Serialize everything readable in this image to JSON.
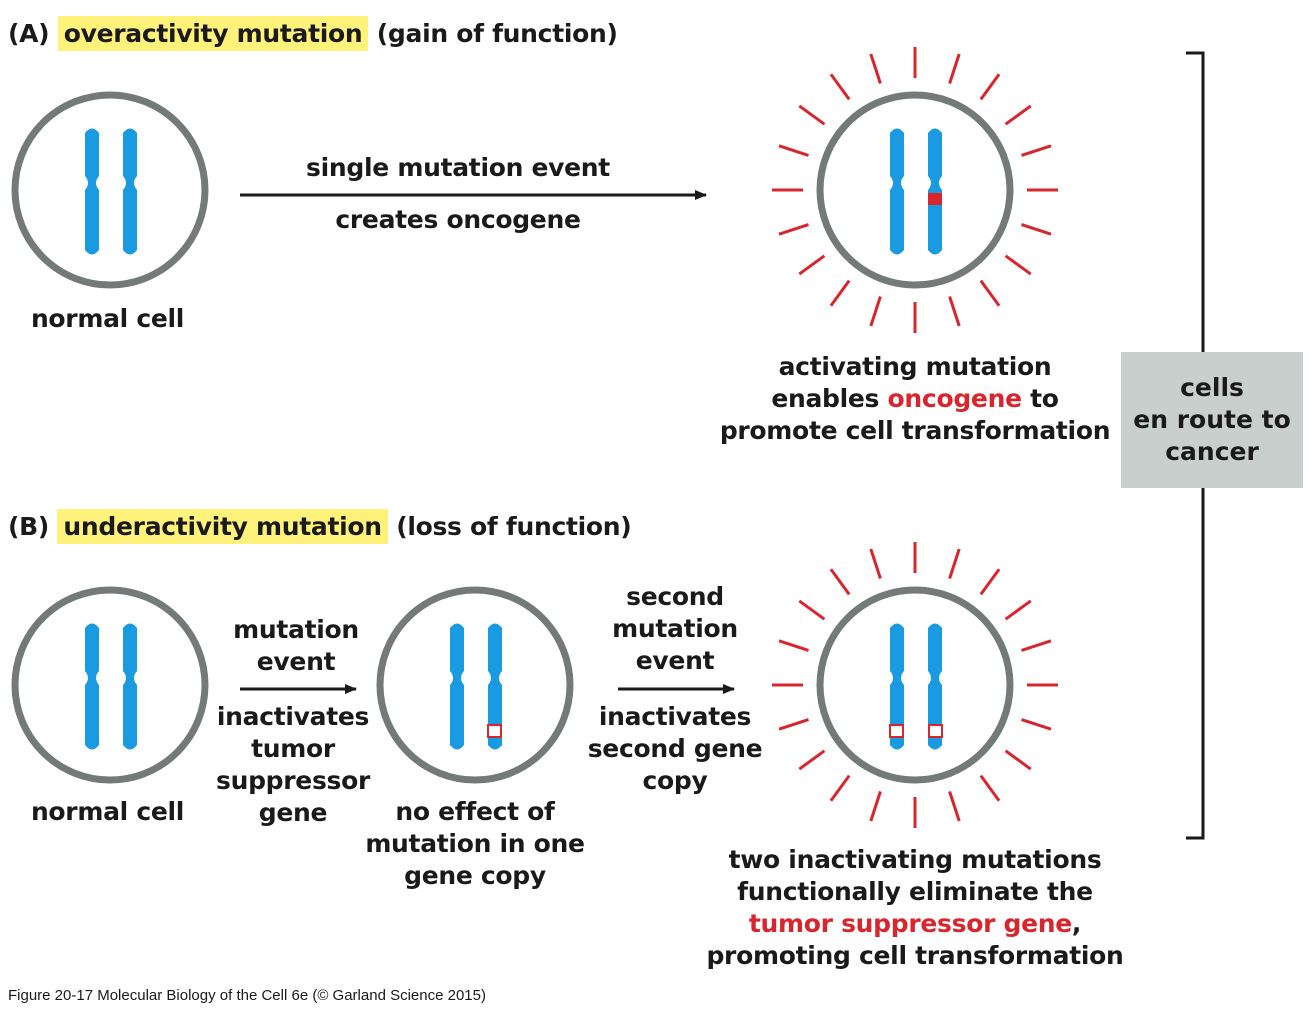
{
  "panel_a": {
    "letter": "(A)",
    "highlight": "overactivity mutation",
    "suffix": "(gain of function)",
    "normal_cell_label": "normal cell",
    "arrow_top": "single mutation event",
    "arrow_bottom": "creates oncogene",
    "result_line1": "activating mutation",
    "result_line2_pre": "enables",
    "result_line2_red": "oncogene",
    "result_line2_post": "to",
    "result_line3": "promote cell transformation"
  },
  "panel_b": {
    "letter": "(B)",
    "highlight": "underactivity mutation",
    "suffix": "(loss of function)",
    "normal_cell_label": "normal cell",
    "arrow1_top": [
      "mutation",
      "event"
    ],
    "arrow1_bottom": [
      "inactivates",
      "tumor",
      "suppressor",
      "gene"
    ],
    "middle_cell_label": [
      "no effect of",
      "mutation in one",
      "gene copy"
    ],
    "arrow2_top": [
      "second",
      "mutation",
      "event"
    ],
    "arrow2_bottom": [
      "inactivates",
      "second gene",
      "copy"
    ],
    "result_line1": "two inactivating mutations",
    "result_line2": "functionally eliminate the",
    "result_line3_red": "tumor suppressor gene",
    "result_line3_post": ",",
    "result_line4": "promoting cell transformation"
  },
  "side_box": [
    "cells",
    "en route to",
    "cancer"
  ],
  "caption": "Figure 20-17  Molecular Biology of the Cell 6e (© Garland Science 2015)",
  "colors": {
    "chromosome": "#1a9ae0",
    "cell_outline": "#737a78",
    "mutation_red": "#d7262d",
    "highlight": "#fff27a",
    "side_box": "#c9cfcc"
  }
}
